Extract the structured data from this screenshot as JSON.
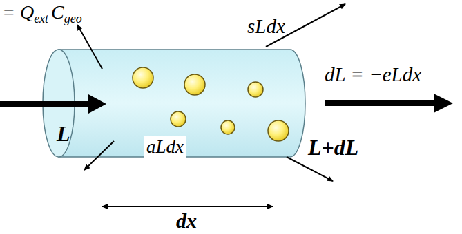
{
  "diagram": {
    "labels": [
      "= Q",
      "ext",
      "C",
      "geo",
      "sLdx",
      "dL = −eLdx",
      "L",
      "aLdx",
      "L+dL",
      "dx"
    ]
  }
}
